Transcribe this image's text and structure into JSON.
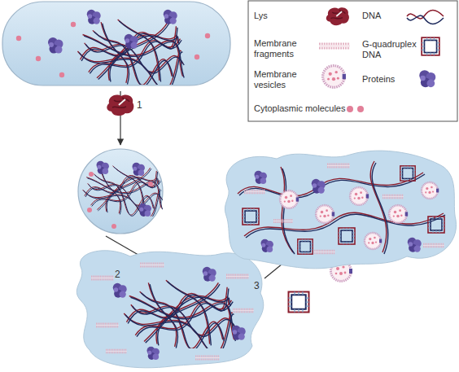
{
  "diagram": {
    "labels": [
      "1",
      "2",
      "3"
    ],
    "legend": [
      {
        "text": "Lys"
      },
      {
        "text": "DNA"
      },
      {
        "text": "Membrane fragments"
      },
      {
        "text": "G-quadruplex DNA"
      },
      {
        "text": "Membrane vesicles"
      },
      {
        "text": "Proteins"
      },
      {
        "text": "Cytoplasmic molecules"
      }
    ]
  }
}
